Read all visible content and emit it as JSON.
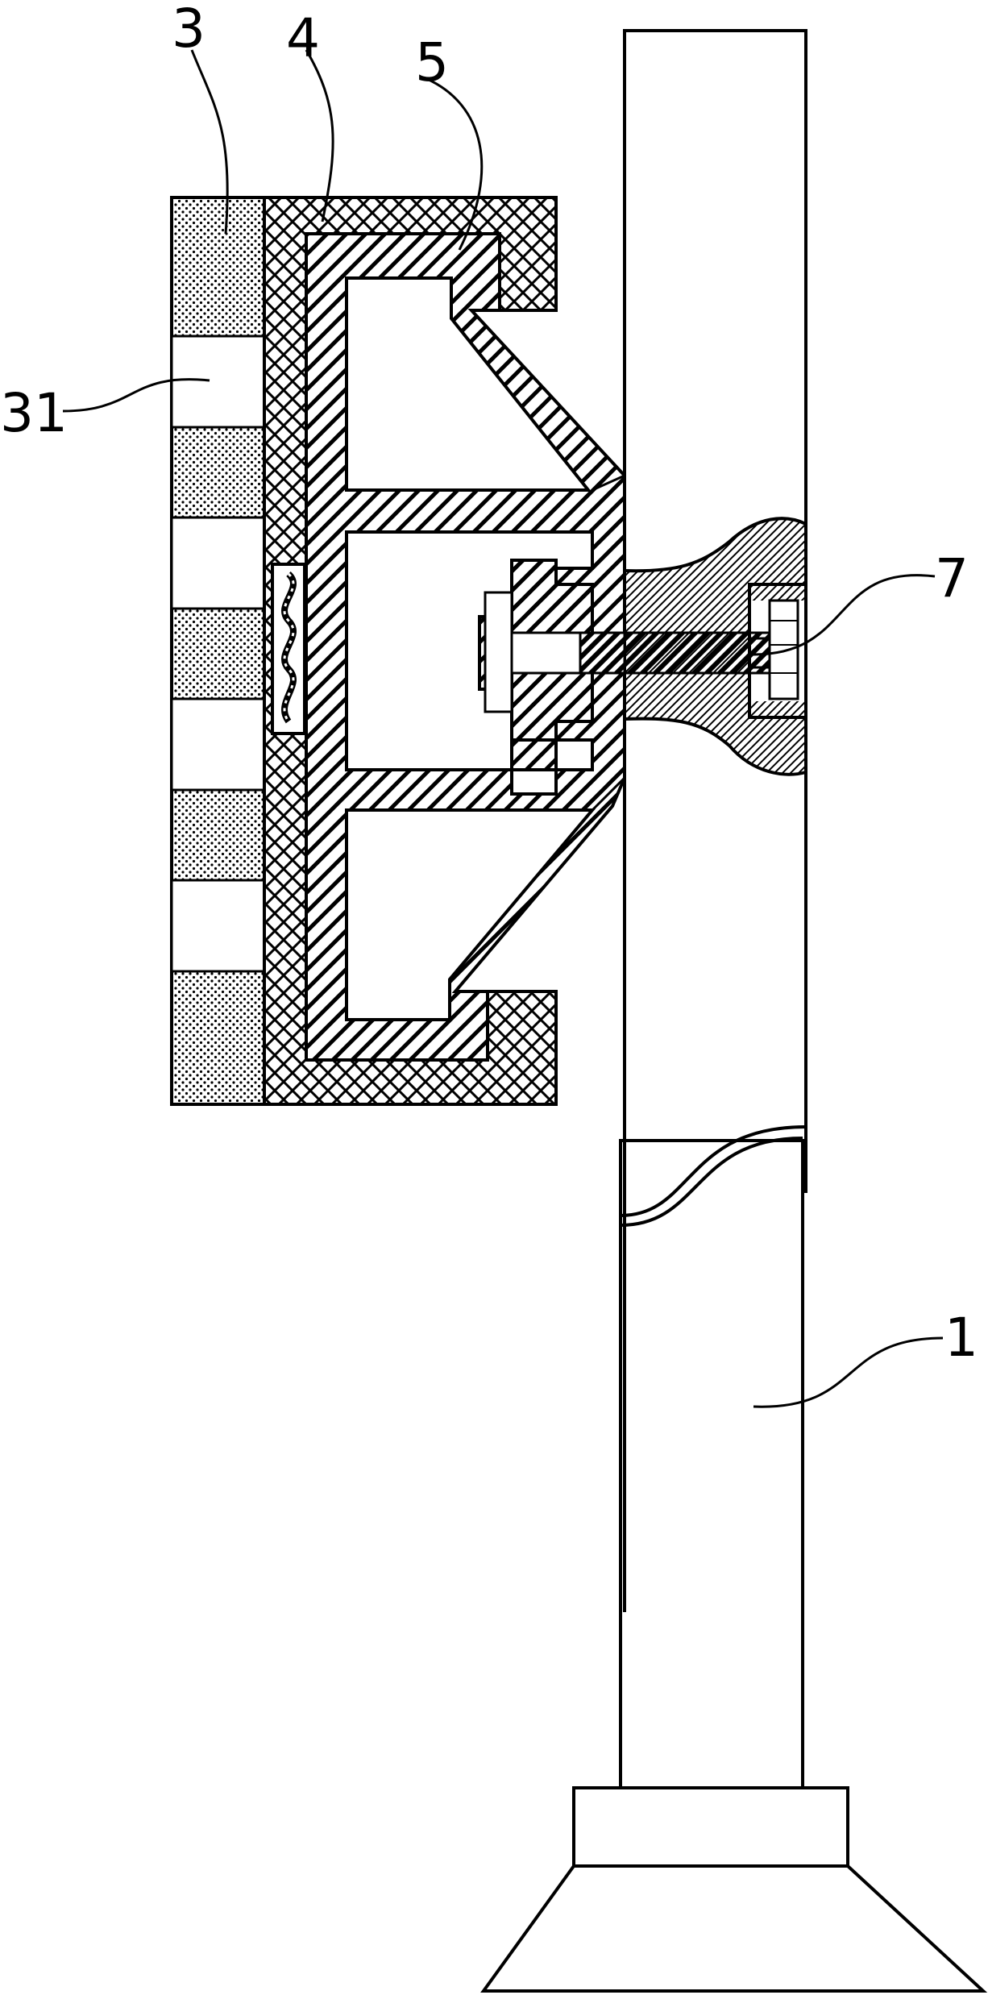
{
  "figure": {
    "labels": {
      "frame": "3",
      "opening": "31",
      "housing": "4",
      "mount": "5",
      "screw": "7",
      "pole": "1"
    }
  }
}
